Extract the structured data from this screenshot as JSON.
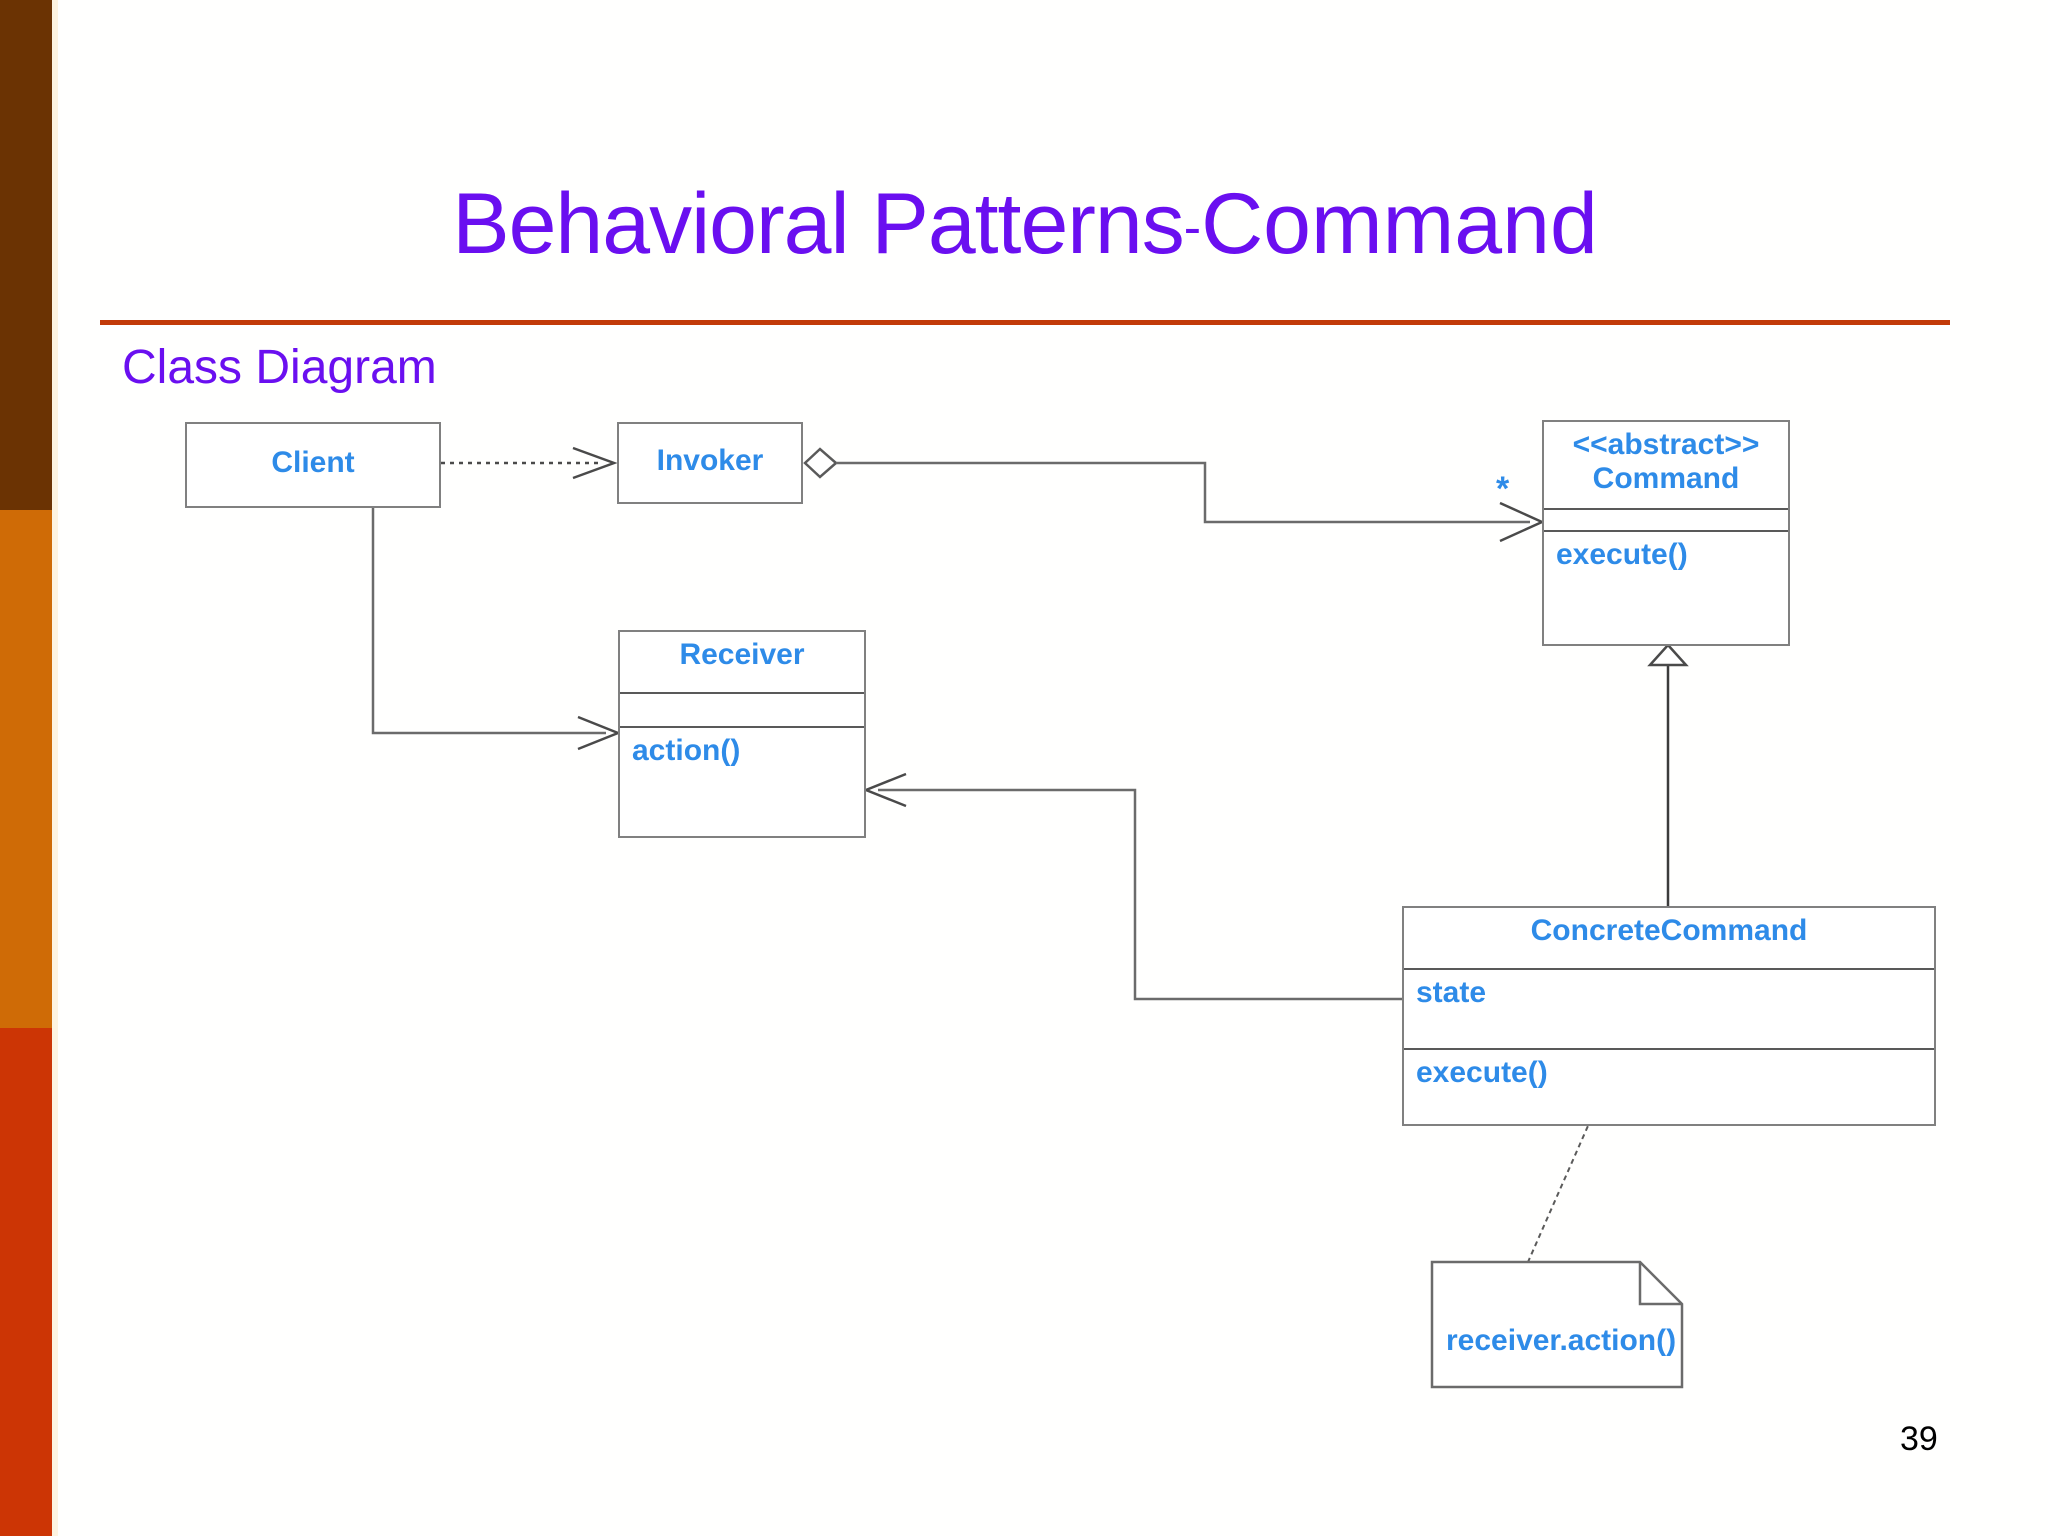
{
  "slide": {
    "title_main": "Behavioral Patterns",
    "title_dash": "-",
    "title_subject": "Command",
    "subtitle": "Class Diagram",
    "page_number": "39"
  },
  "theme": {
    "title_color": "#6a0ff0",
    "rule_color": "#c23b09",
    "uml_text_color": "#2e8be8",
    "uml_border_color": "#808080",
    "sidebar_band_top": "#6b3303",
    "sidebar_band_middle": "#cf6b06",
    "sidebar_band_bottom": "#cc3505",
    "sidebar_edge": "#fdf3e0"
  },
  "diagram": {
    "type": "uml-class-diagram",
    "classes": [
      {
        "id": "client",
        "name": "Client",
        "stereotype": "",
        "attributes": [],
        "operations": []
      },
      {
        "id": "invoker",
        "name": "Invoker",
        "stereotype": "",
        "attributes": [],
        "operations": []
      },
      {
        "id": "command",
        "name": "Command",
        "stereotype": "<<abstract>>",
        "attributes": [],
        "operations": [
          "execute()"
        ]
      },
      {
        "id": "receiver",
        "name": "Receiver",
        "stereotype": "",
        "attributes": [],
        "operations": [
          "action()"
        ]
      },
      {
        "id": "concrete_command",
        "name": "ConcreteCommand",
        "stereotype": "",
        "attributes": [
          "state"
        ],
        "operations": [
          "execute()"
        ]
      }
    ],
    "note": {
      "text": "receiver.action()",
      "anchored_to": "ConcreteCommand.execute()"
    },
    "relationships": [
      {
        "from": "Client",
        "to": "Invoker",
        "kind": "dependency",
        "label": ""
      },
      {
        "from": "Client",
        "to": "Receiver",
        "kind": "association",
        "label": ""
      },
      {
        "from": "Invoker",
        "to": "Command",
        "kind": "aggregation",
        "label": "*"
      },
      {
        "from": "ConcreteCommand",
        "to": "Command",
        "kind": "generalization",
        "label": ""
      },
      {
        "from": "ConcreteCommand",
        "to": "Receiver",
        "kind": "association",
        "label": ""
      }
    ]
  }
}
